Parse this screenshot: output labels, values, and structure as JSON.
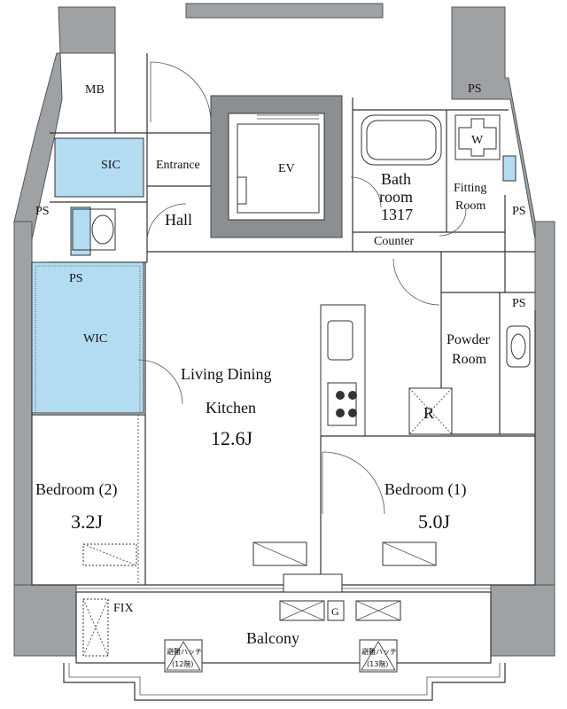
{
  "rooms": {
    "mb": "MB",
    "ps_top_right": "PS",
    "sic": "SIC",
    "entrance": "Entrance",
    "ev": "EV",
    "bathroom_line1": "Bath",
    "bathroom_line2": "room",
    "bathroom_size": "1317",
    "washer": "W",
    "fitting_line1": "Fitting",
    "fitting_line2": "Room",
    "ps_left": "PS",
    "hall": "Hall",
    "ps_right": "PS",
    "counter": "Counter",
    "ps_mid_left": "PS",
    "ps_powder": "PS",
    "wic": "WIC",
    "ldk_line1": "Living Dining",
    "ldk_line2": "Kitchen",
    "ldk_size": "12.6J",
    "powder_line1": "Powder",
    "powder_line2": "Room",
    "fridge": "R",
    "bedroom2": "Bedroom (2)",
    "bedroom2_size": "3.2J",
    "bedroom1": "Bedroom (1)",
    "bedroom1_size": "5.0J",
    "fix": "FIX",
    "gas": "G",
    "balcony": "Balcony",
    "hatch_left_line1": "避難ハッチ",
    "hatch_left_line2": "(12階)",
    "hatch_right_line1": "避難ハッチ",
    "hatch_right_line2": "(13階)"
  },
  "colors": {
    "wall": "#9fa2a4",
    "storage_blue": "#b3dcf2"
  }
}
